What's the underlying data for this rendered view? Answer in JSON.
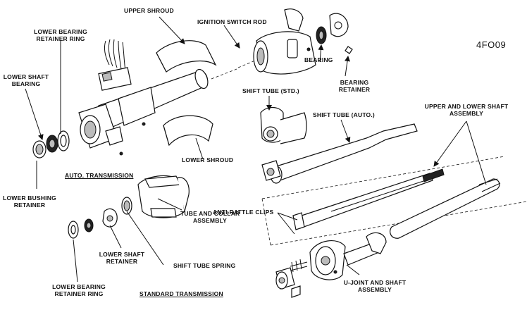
{
  "figure_id": "4FO09",
  "labels": {
    "upper_shroud": "UPPER SHROUD",
    "ignition_switch_rod": "IGNITION SWITCH ROD",
    "lower_bearing_retainer_ring_top_1": "LOWER BEARING",
    "lower_bearing_retainer_ring_top_2": "RETAINER RING",
    "lower_shaft_bearing_1": "LOWER SHAFT",
    "lower_shaft_bearing_2": "BEARING",
    "bearing": "BEARING",
    "bearing_retainer_1": "BEARING",
    "bearing_retainer_2": "RETAINER",
    "shift_tube_std": "SHIFT TUBE (STD.)",
    "shift_tube_auto": "SHIFT TUBE (AUTO.)",
    "upper_lower_shaft_1": "UPPER AND LOWER SHAFT",
    "upper_lower_shaft_2": "ASSEMBLY",
    "lower_shroud": "LOWER SHROUD",
    "auto_transmission": "AUTO. TRANSMISSION",
    "lower_bushing_retainer_1": "LOWER BUSHING",
    "lower_bushing_retainer_2": "RETAINER",
    "anti_rattle_clips": "ANTI-RATTLE CLIPS",
    "tube_collar_1": "TUBE AND COLLAR",
    "tube_collar_2": "ASSEMBLY",
    "lower_shaft_retainer_1": "LOWER SHAFT",
    "lower_shaft_retainer_2": "RETAINER",
    "shift_tube_spring": "SHIFT TUBE SPRING",
    "lower_bearing_retainer_ring_bottom_1": "LOWER BEARING",
    "lower_bearing_retainer_ring_bottom_2": "RETAINER RING",
    "u_joint_1": "U-JOINT AND SHAFT",
    "u_joint_2": "ASSEMBLY",
    "standard_transmission": "STANDARD TRANSMISSION"
  }
}
